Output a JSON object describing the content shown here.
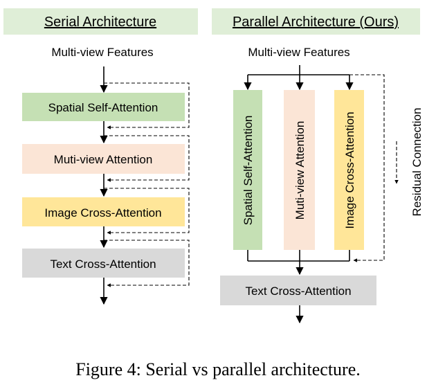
{
  "colors": {
    "header_bg": "#dfeed7",
    "spatial": "#c5e0b4",
    "multiview": "#fbe5d6",
    "cross": "#ffe699",
    "text": "#d9d9d9",
    "line": "#000000"
  },
  "serial": {
    "title": "Serial Architecture",
    "input_label": "Multi-view Features",
    "blocks": {
      "spatial": "Spatial Self-Attention",
      "multiview": "Muti-view Attention",
      "cross": "Image Cross-Attention",
      "text": "Text Cross-Attention"
    }
  },
  "parallel": {
    "title": "Parallel Architecture (Ours)",
    "input_label": "Multi-view Features",
    "blocks": {
      "spatial": "Spatial Self-Attention",
      "multiview": "Muti-view Attention",
      "cross": "Image Cross-Attention",
      "text": "Text Cross-Attention"
    },
    "residual_label": "Residual Connection"
  },
  "caption": "Figure 4: Serial vs parallel architecture."
}
